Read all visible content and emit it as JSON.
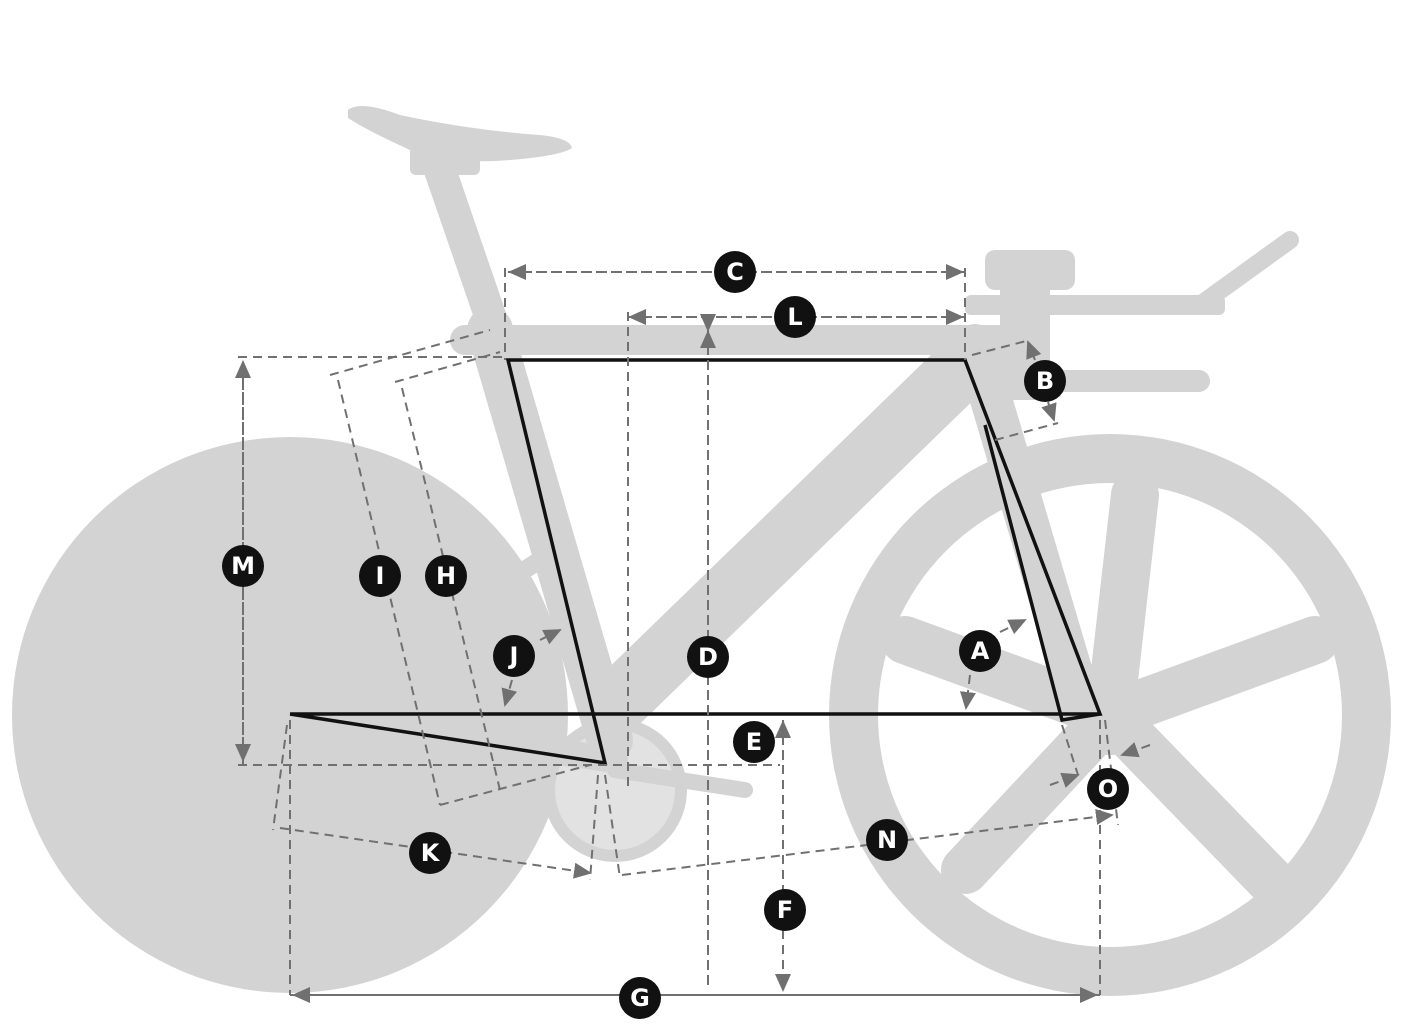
{
  "title": "Bike geometry diagram",
  "labels": {
    "A": "A",
    "B": "B",
    "C": "C",
    "D": "D",
    "E": "E",
    "F": "F",
    "G": "G",
    "H": "H",
    "I": "I",
    "J": "J",
    "K": "K",
    "L": "L",
    "M": "M",
    "N": "N",
    "O": "O"
  },
  "colors": {
    "bike": "#d3d3d3",
    "frame_lines": "#111111",
    "dimension_lines": "#707070",
    "label_fill": "#111111"
  }
}
